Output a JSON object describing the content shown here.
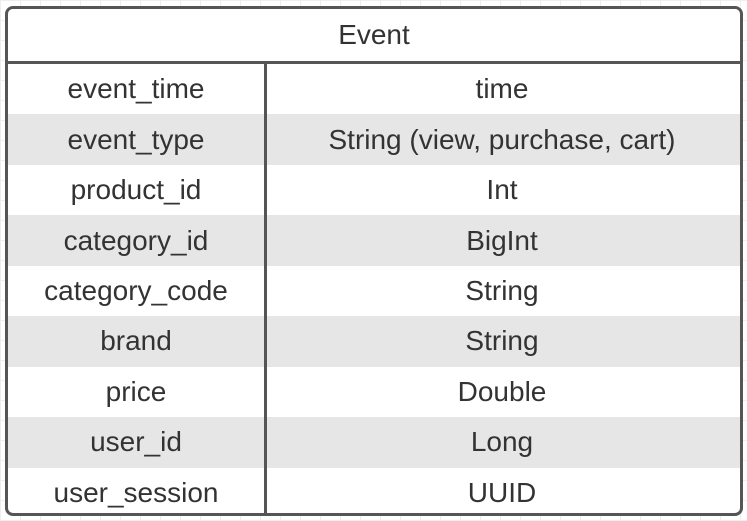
{
  "entity": {
    "title": "Event",
    "fields": [
      {
        "name": "event_time",
        "type": "time"
      },
      {
        "name": "event_type",
        "type": "String (view, purchase, cart)"
      },
      {
        "name": "product_id",
        "type": "Int"
      },
      {
        "name": "category_id",
        "type": "BigInt"
      },
      {
        "name": "category_code",
        "type": "String"
      },
      {
        "name": "brand",
        "type": "String"
      },
      {
        "name": "price",
        "type": "Double"
      },
      {
        "name": "user_id",
        "type": "Long"
      },
      {
        "name": "user_session",
        "type": "UUID"
      }
    ]
  },
  "colors": {
    "border": "#555555",
    "text": "#333333",
    "row_alt": "#e6e6e6",
    "background": "#ffffff",
    "grid": "#eeeeee"
  }
}
